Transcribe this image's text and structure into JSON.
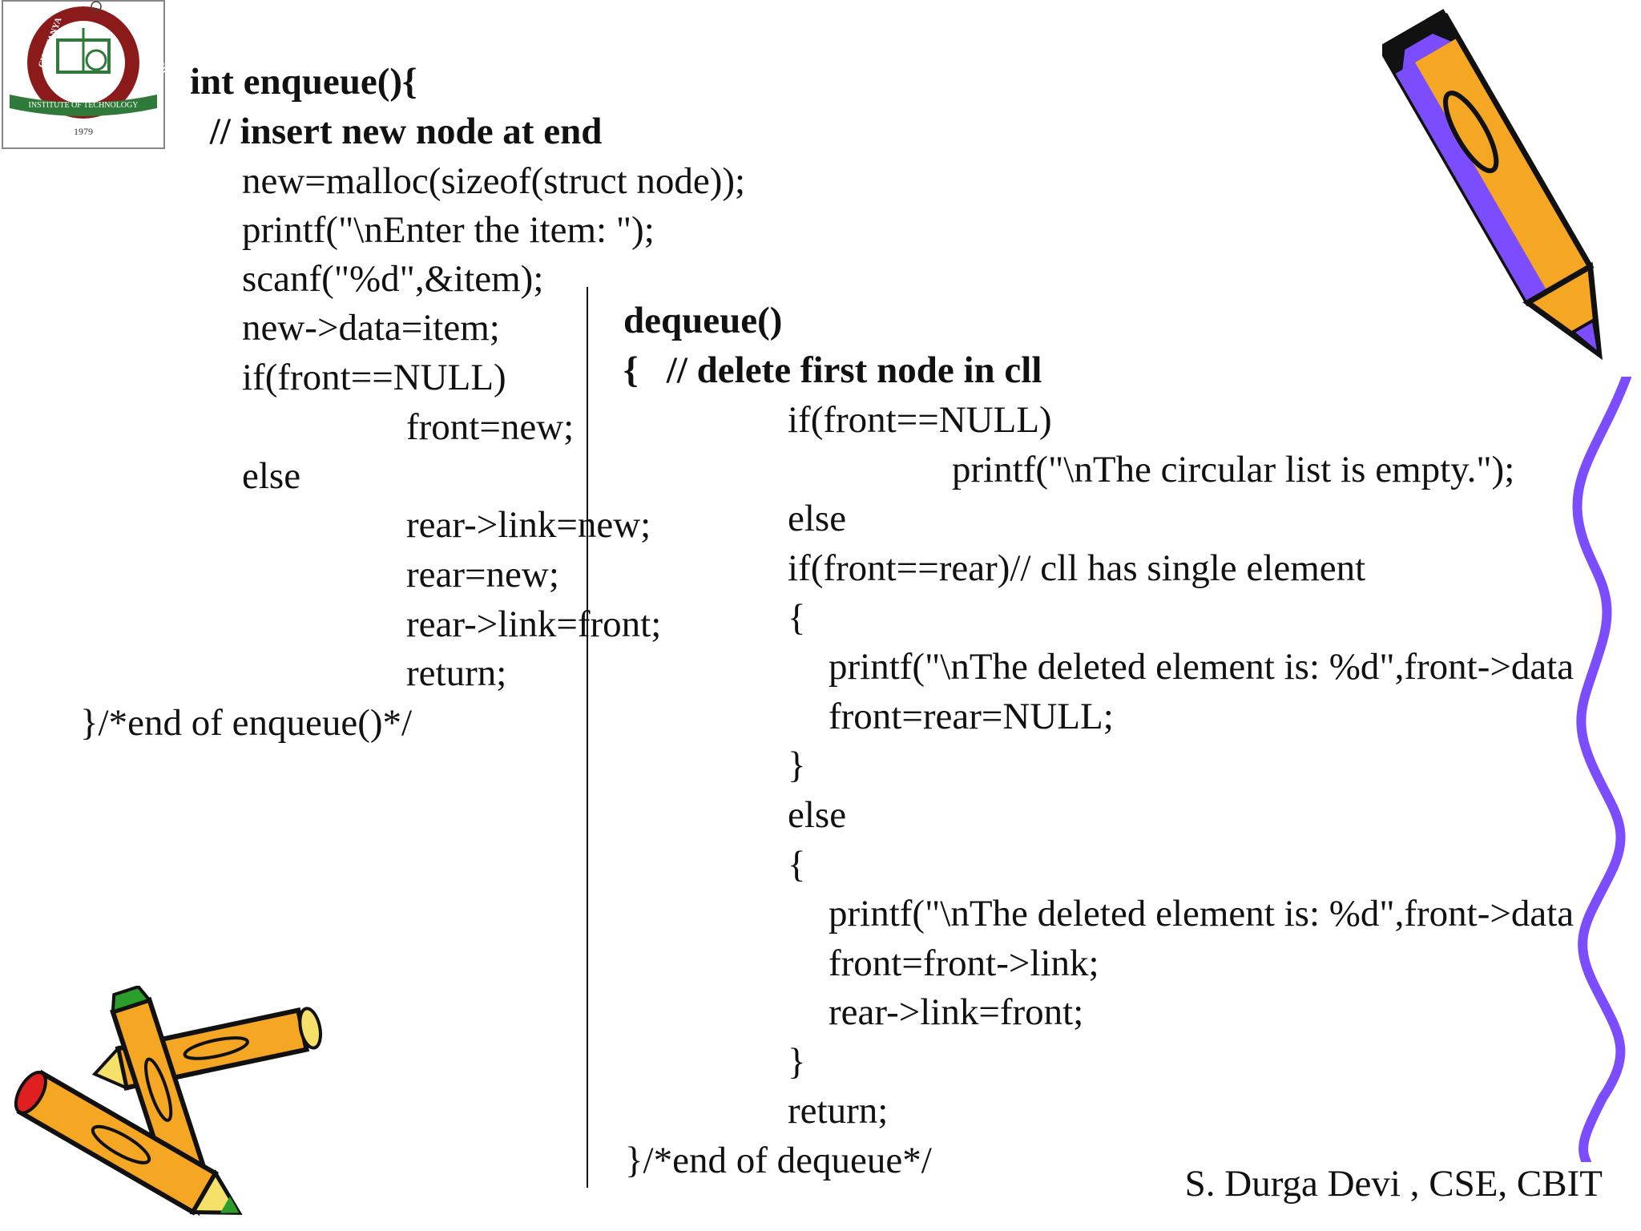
{
  "logo": {
    "arc_left": "CHAITANYA",
    "arc_right": "BHARATHI",
    "banner": "INSTITUTE OF TECHNOLOGY",
    "year": "1979",
    "colors": {
      "ring": "#8b1a1a",
      "banner": "#2f7a3a",
      "gold": "#d9a400"
    }
  },
  "enqueue": {
    "signature": "int enqueue(){",
    "comment": " // insert new node at end",
    "lines": [
      "new=malloc(sizeof(struct node));",
      "printf(\"\\nEnter the item: \");",
      "scanf(\"%d\",&item);",
      "new->data=item;",
      "if(front==NULL)",
      "front=new;",
      "else",
      "rear->link=new;",
      "rear=new;",
      "rear->link=front;",
      "return;"
    ],
    "end": "}/*end of enqueue()*/"
  },
  "dequeue": {
    "signature": "dequeue()",
    "open": "{   // delete first node in cll",
    "lines": [
      "if(front==NULL)",
      "printf(\"\\nThe circular list is empty.\");",
      "else",
      "if(front==rear)// cll has single element",
      "{",
      "printf(\"\\nThe deleted element is: %d\",front->data",
      "front=rear=NULL;",
      "}",
      "else",
      "{",
      "printf(\"\\nThe deleted element is: %d\",front->data",
      "front=front->link;",
      "rear->link=front;",
      "}",
      "return;"
    ],
    "end": "}/*end of dequeue*/"
  },
  "footer": "S. Durga Devi , CSE, CBIT",
  "colors": {
    "pencil_body": "#f5a623",
    "pencil_accent": "#7b4dff",
    "wavy_line": "#7b4dff",
    "pencil_tip_green": "#2a9d2a",
    "pencil_tip_red": "#e02020"
  }
}
